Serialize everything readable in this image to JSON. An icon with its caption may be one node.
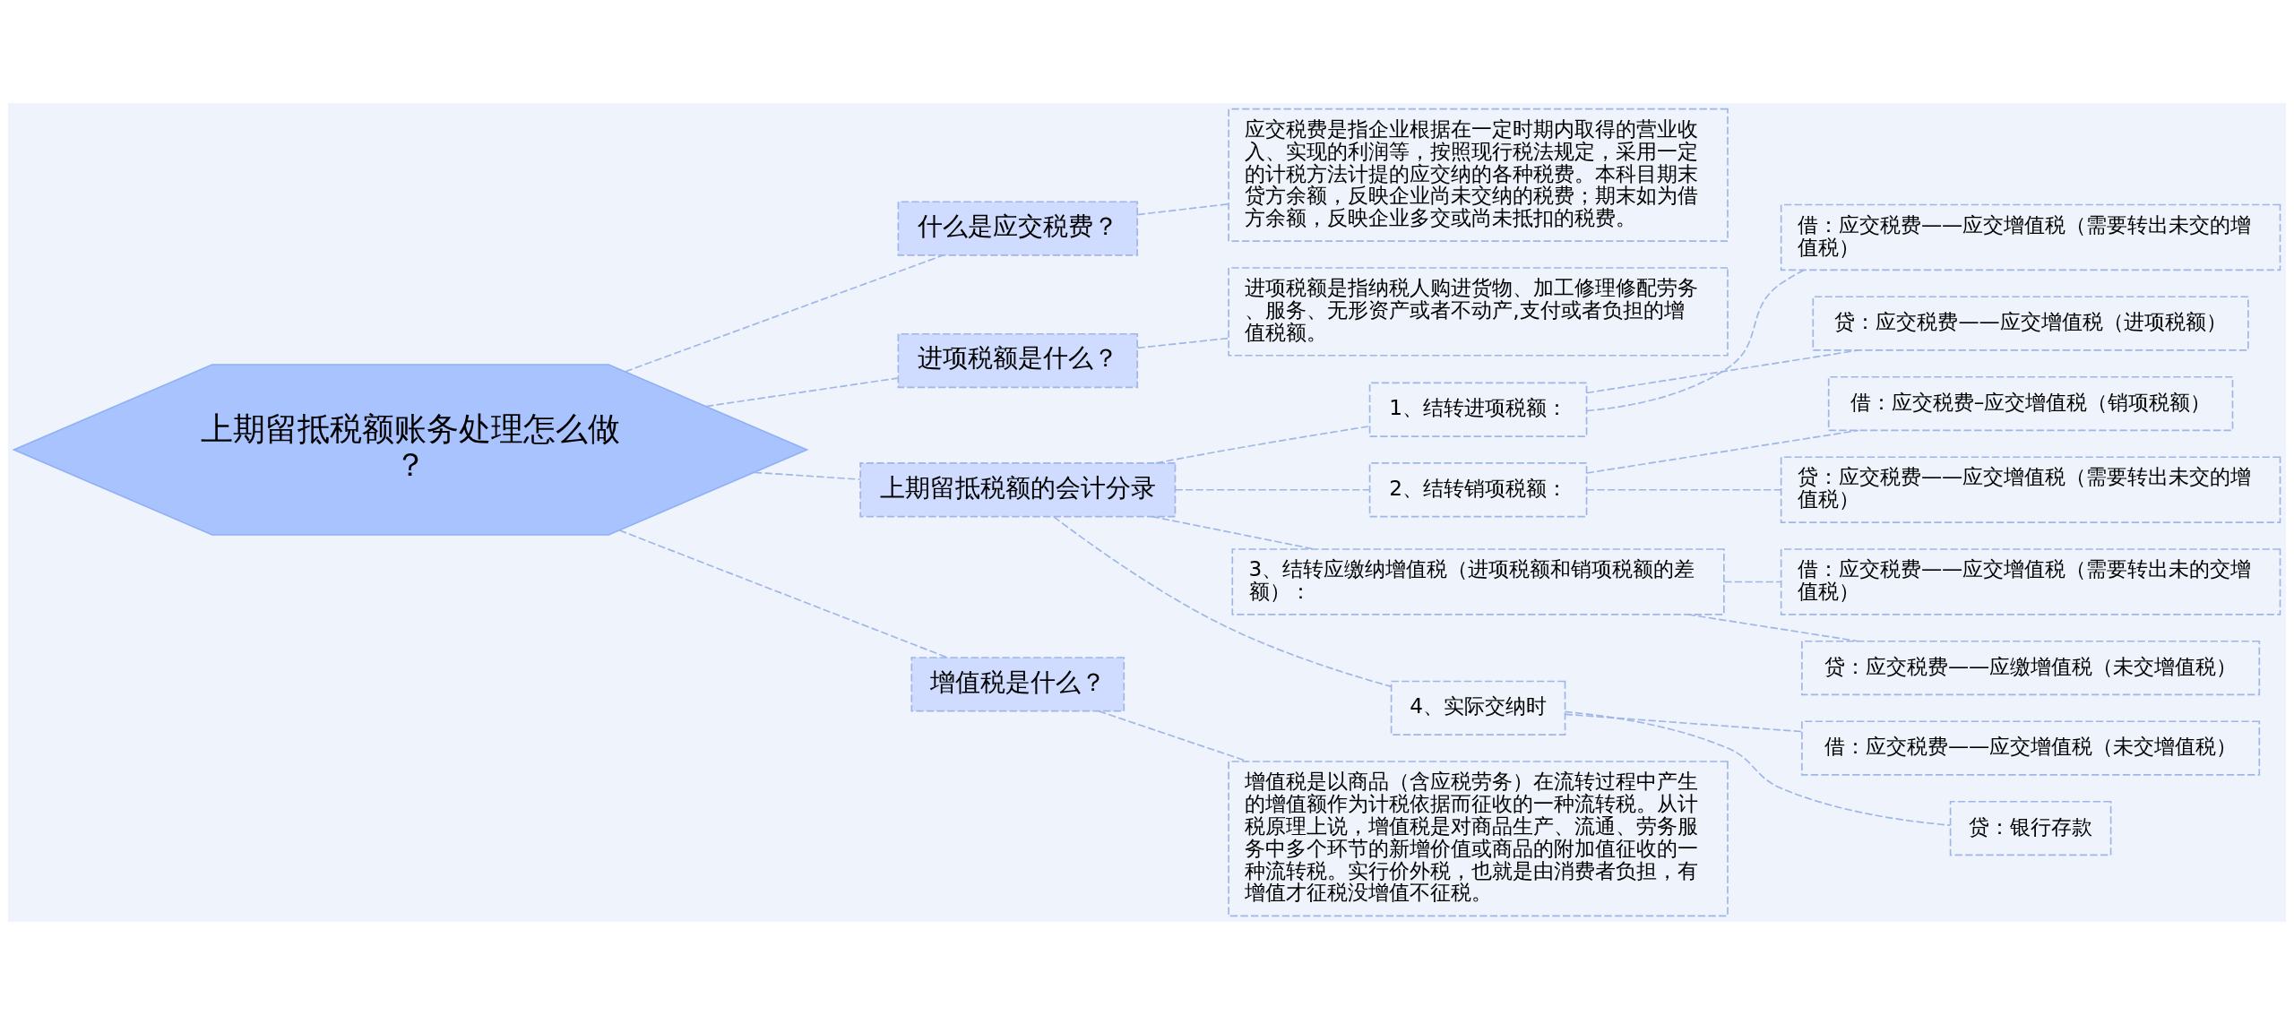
{
  "diagram": {
    "nodes": [
      {
        "text": [
          "上期留抵税额账务处理怎么做？"
        ]
      },
      {
        "text": [
          "什么是应交税费？"
        ]
      },
      {
        "text": [
          "应交税费是指企业根据在一定时期内取得的营业收入、实现的利润等，按照现行税法规定，采用一定的计税方法计提的应交纳的各种税费。本科目期末贷方余额，反映企业尚未交纳的税费；期末如为借方余额，反映企业多交或尚未抵扣的税费。"
        ]
      },
      {
        "text": [
          "进项税额是什么？"
        ]
      },
      {
        "text": [
          "进项税额是指纳税人购进货物、加工修理修配劳务、服务、无形资产或者不动产,支付或者负担的增值税额。"
        ]
      },
      {
        "text": [
          "上期留抵税额的会计分录"
        ]
      },
      {
        "text": [
          "1、结转进项税额："
        ]
      },
      {
        "text": [
          "借：应交税费——应交增值税（需要转出未交的增值税）"
        ]
      },
      {
        "text": [
          "贷：应交税费——应交增值税（进项税额）"
        ]
      },
      {
        "text": [
          "2、结转销项税额："
        ]
      },
      {
        "text": [
          "借：应交税费–应交增值税（销项税额）"
        ]
      },
      {
        "text": [
          "贷：应交税费——应交增值税（需要转出未交的增值税）"
        ]
      },
      {
        "text": [
          "3、结转应缴纳增值税（进项税额和销项税额的差额）："
        ]
      },
      {
        "text": [
          "借：应交税费——应交增值税（需要转出未的交增值税）"
        ]
      },
      {
        "text": [
          "贷：应交税费——应缴增值税（未交增值税）"
        ]
      },
      {
        "text": [
          "4、实际交纳时"
        ]
      },
      {
        "text": [
          "借：应交税费——应交增值税（未交增值税）"
        ]
      },
      {
        "text": [
          "贷：银行存款"
        ]
      },
      {
        "text": [
          "增值税是什么？"
        ]
      },
      {
        "text": [
          "增值税是以商品（含应税劳务）在流转过程中产生的增值额作为计税依据而征收的一种流转税。从计税原理上说，增值税是对商品生产、流通、劳务服务中多个环节的新增价值或商品的附加值征收的一种流转税。实行价外税，也就是由消费者负担，有增值才征税没增值不征税。"
        ]
      }
    ],
    "edges": [
      {
        "from": 0,
        "to": 1,
        "arrow": "none"
      },
      {
        "from": 1,
        "to": 2,
        "arrow": "none"
      },
      {
        "from": 0,
        "to": 3,
        "arrow": "none"
      },
      {
        "from": 3,
        "to": 4,
        "arrow": "none"
      },
      {
        "from": 0,
        "to": 5,
        "arrow": "none"
      },
      {
        "from": 5,
        "to": 6,
        "arrow": "none"
      },
      {
        "from": 6,
        "to": 7,
        "arrow": "none"
      },
      {
        "from": 6,
        "to": 8,
        "arrow": "none"
      },
      {
        "from": 5,
        "to": 9,
        "arrow": "none"
      },
      {
        "from": 9,
        "to": 10,
        "arrow": "none"
      },
      {
        "from": 9,
        "to": 11,
        "arrow": "none"
      },
      {
        "from": 5,
        "to": 12,
        "arrow": "none"
      },
      {
        "from": 12,
        "to": 13,
        "arrow": "none"
      },
      {
        "from": 12,
        "to": 14,
        "arrow": "none"
      },
      {
        "from": 5,
        "to": 15,
        "arrow": "none"
      },
      {
        "from": 15,
        "to": 16,
        "arrow": "none"
      },
      {
        "from": 15,
        "to": 17,
        "arrow": "none"
      },
      {
        "from": 0,
        "to": 18,
        "arrow": "none"
      },
      {
        "from": 18,
        "to": 19,
        "arrow": "none"
      }
    ]
  }
}
